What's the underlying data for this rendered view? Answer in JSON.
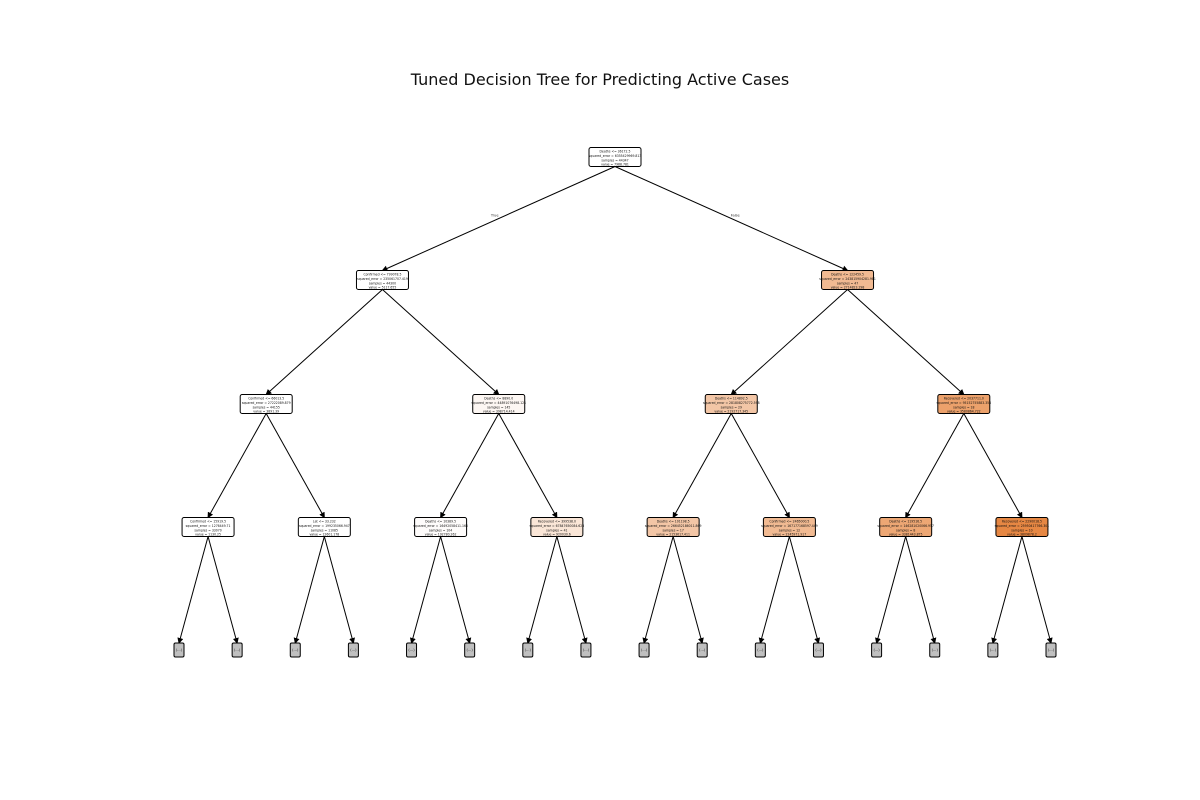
{
  "title": "Tuned Decision Tree for Predicting Active Cases",
  "edge_labels": {
    "left": "True",
    "right": "False"
  },
  "leaf_label": "(...)",
  "colors": {
    "low": "#ffffff",
    "high": "#e58139",
    "leaf": "#c0c0c0",
    "border": "#000000"
  },
  "nodes": [
    {
      "id": "n0",
      "level": 0,
      "shade": 0.0,
      "lines": [
        "Deaths <= 36172.5",
        "squared_error = 6355429969.813",
        "samples = 44347",
        "value = 7988.781"
      ]
    },
    {
      "id": "n1",
      "level": 1,
      "shade": 0.0,
      "lines": [
        "Confirmed <= 799078.5",
        "squared_error = 235061707.419",
        "samples = 44300",
        "value = 5117.655"
      ]
    },
    {
      "id": "n2",
      "level": 1,
      "shade": 0.55,
      "lines": [
        "Deaths <= 122459.5",
        "squared_error = 243815904281.981",
        "samples = 47",
        "value = 2714823.298"
      ]
    },
    {
      "id": "n3",
      "level": 2,
      "shade": 0.0,
      "lines": [
        "Confirmed <= 66013.5",
        "squared_error = 27222089.879",
        "samples = 44155",
        "value = 3891.39"
      ]
    },
    {
      "id": "n4",
      "level": 2,
      "shade": 0.06,
      "lines": [
        "Deaths <= 8890.0",
        "squared_error = 44891076498.121",
        "samples = 145",
        "value = 398714.414"
      ]
    },
    {
      "id": "n5",
      "level": 2,
      "shade": 0.45,
      "lines": [
        "Deaths <= 114892.5",
        "squared_error = 281808275772.598",
        "samples = 29",
        "value = 2192717.345"
      ]
    },
    {
      "id": "n6",
      "level": 2,
      "shade": 0.75,
      "lines": [
        "Recovered <= 2037711.0",
        "squared_error = 95152755883.358",
        "samples = 18",
        "value = 3580864.722"
      ]
    },
    {
      "id": "n7",
      "level": 3,
      "shade": 0.0,
      "lines": [
        "Confirmed <= 15919.5",
        "squared_error = 1276449.71",
        "samples = 33070",
        "value = 1130.25"
      ]
    },
    {
      "id": "n8",
      "level": 3,
      "shade": 0.0,
      "lines": [
        "Lat <= 33.232",
        "squared_error = 199235066.947",
        "samples = 11085",
        "value = 12601.178"
      ]
    },
    {
      "id": "n9",
      "level": 3,
      "shade": 0.02,
      "lines": [
        "Deaths <= 10389.5",
        "squared_error = 16492058411.168",
        "samples = 104",
        "value = 192780.262"
      ]
    },
    {
      "id": "n10",
      "level": 3,
      "shade": 0.2,
      "lines": [
        "Recovered <= 399538.0",
        "squared_error = 67847650084.623",
        "samples = 41",
        "value = 920030.6"
      ]
    },
    {
      "id": "n11",
      "level": 3,
      "shade": 0.45,
      "lines": [
        "Deaths <= 101198.5",
        "squared_error = 266452186011.869",
        "samples = 17",
        "value = 2153617.411"
      ]
    },
    {
      "id": "n12",
      "level": 3,
      "shade": 0.55,
      "lines": [
        "Confirmed <= 2465000.5",
        "squared_error = 167177168597.449",
        "samples = 12",
        "value = 2245971.917"
      ]
    },
    {
      "id": "n13",
      "level": 3,
      "shade": 0.7,
      "lines": [
        "Deaths <= 119516.5",
        "squared_error = 146281020066.957",
        "samples = 8",
        "value = 3381443.875"
      ]
    },
    {
      "id": "n14",
      "level": 3,
      "shade": 0.95,
      "lines": [
        "Recovered <= 2290018.5",
        "squared_error = 25950417766.301",
        "samples = 10",
        "value = 3809878.2"
      ]
    }
  ]
}
